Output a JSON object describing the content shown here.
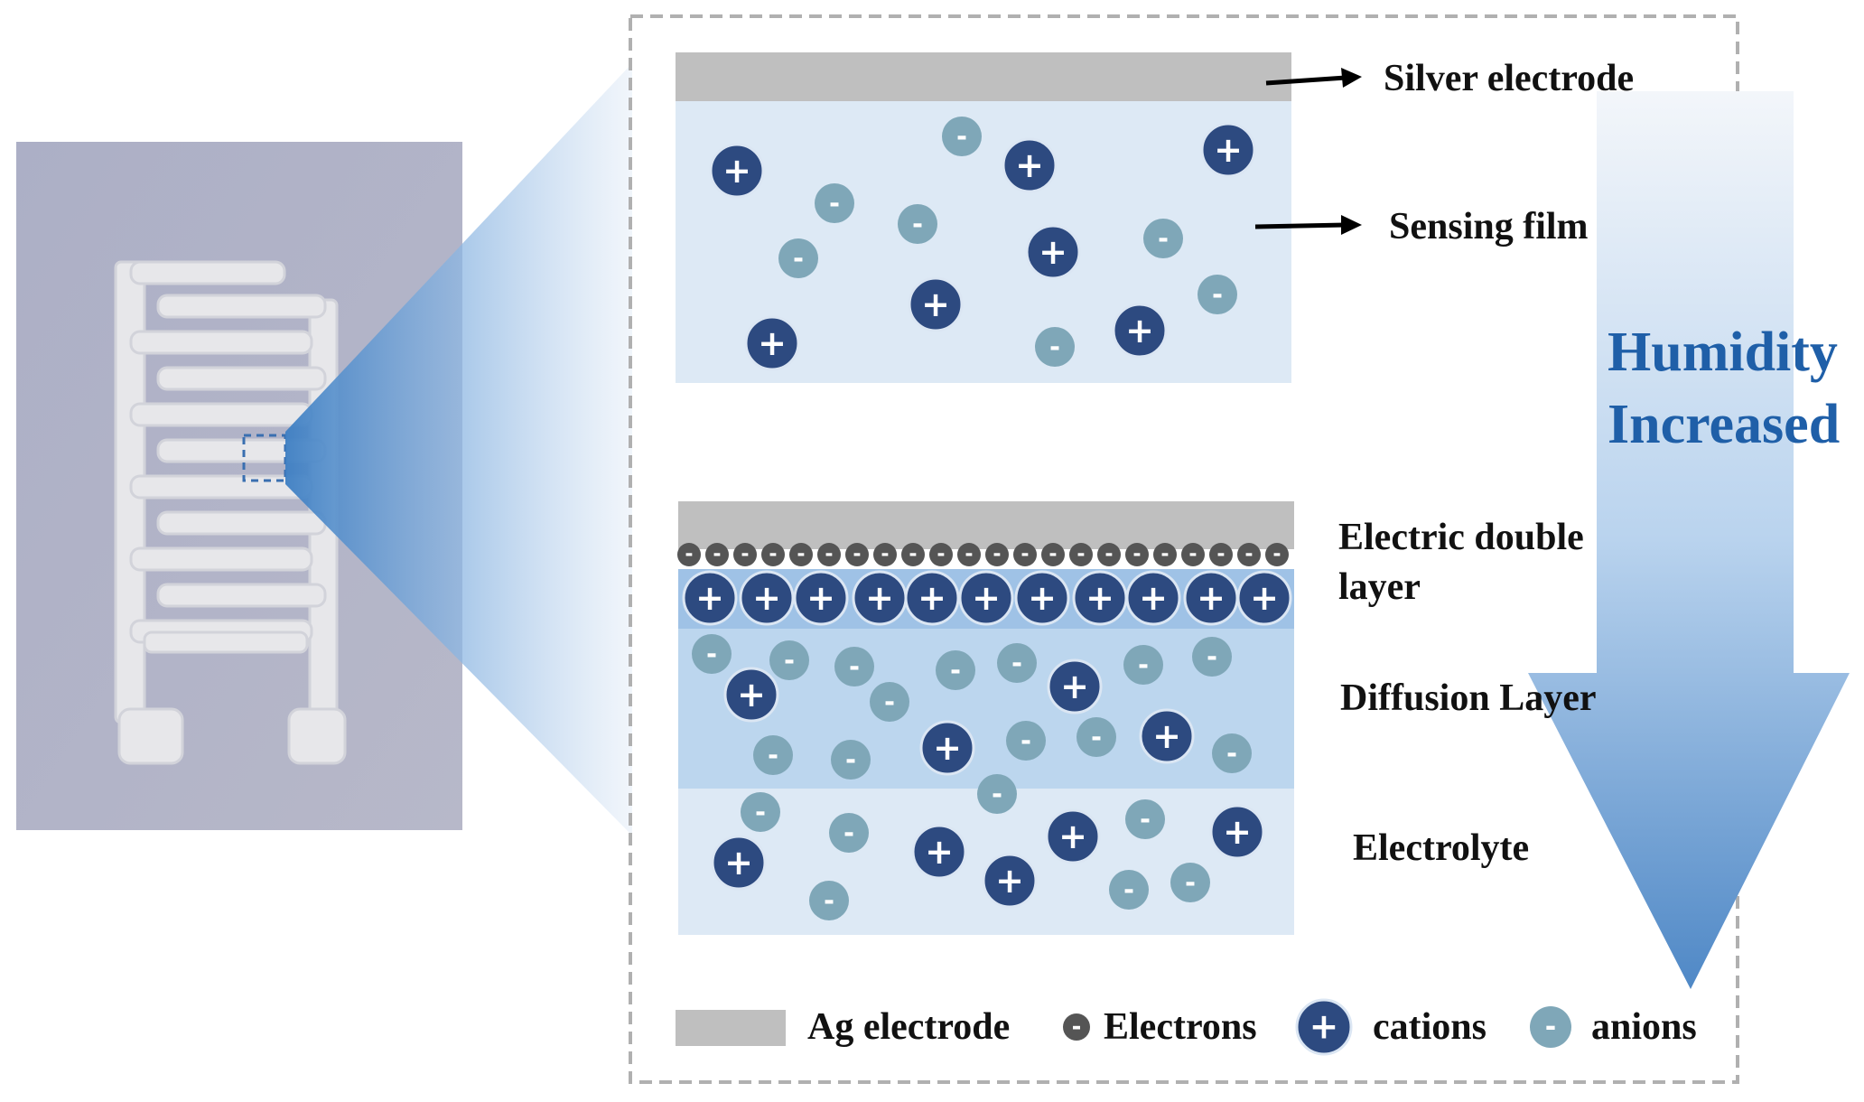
{
  "labels": {
    "silver_electrode": "Silver electrode",
    "sensing_film": "Sensing film",
    "edl_line1": "Electric double",
    "edl_line2": "layer",
    "diffusion_layer": "Diffusion Layer",
    "electrolyte": "Electrolyte",
    "humidity_line1": "Humidity",
    "humidity_line2": "Increased"
  },
  "legend": {
    "ag_electrode": "Ag electrode",
    "electrons": "Electrons",
    "cations": "cations",
    "anions": "anions"
  },
  "symbols": {
    "plus": "+",
    "minus": "-"
  },
  "colors": {
    "electrode": "#bfbfbf",
    "cation": "#2d4a80",
    "anion": "#7fa7b8",
    "electron": "#555555",
    "film": "#dde9f5",
    "diffusion": "#bcd6ee",
    "cation_band": "#9fc2e6",
    "humidity_text": "#1f5fa8",
    "dash_border": "#b0b0b0"
  },
  "icons": [
    "plus-icon",
    "minus-icon",
    "down-arrow-icon",
    "right-arrow-icon",
    "dashed-box-icon"
  ]
}
